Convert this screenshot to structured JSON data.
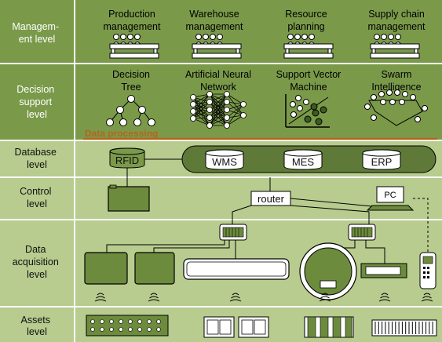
{
  "levels": {
    "management": [
      "Managem-",
      "ent level"
    ],
    "decision": [
      "Decision",
      "support",
      "level"
    ],
    "database": [
      "Database",
      "level"
    ],
    "control": [
      "Control",
      "level"
    ],
    "acquisition": [
      "Data",
      "acquisition",
      "level"
    ],
    "assets": [
      "Assets",
      "level"
    ]
  },
  "management_items": [
    [
      "Production",
      "management"
    ],
    [
      "Warehouse",
      "management"
    ],
    [
      "Resource",
      "planning"
    ],
    [
      "Supply chain",
      "management"
    ]
  ],
  "decision_items": [
    [
      "Decision",
      "Tree"
    ],
    [
      "Artificial Neural",
      "Network"
    ],
    [
      "Support Vector",
      "Machine"
    ],
    [
      "Swarm",
      "Intelligence"
    ]
  ],
  "data_processing": "Data processing",
  "database_items": {
    "rfid": "RFID",
    "wms": "WMS",
    "mes": "MES",
    "erp": "ERP"
  },
  "control_items": {
    "router": "router",
    "pc": "PC"
  },
  "colors": {
    "dark_band": "#7a9a4a",
    "light_band": "#b7cc8e",
    "label_col_dark": "#6e8c3f",
    "device_fill": "#6d8b3d",
    "pill_fill": "#5f7a38",
    "processing_line": "#b5651d"
  }
}
